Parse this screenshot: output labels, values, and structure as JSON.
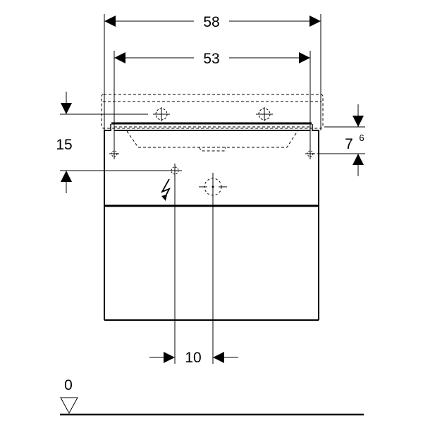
{
  "drawing": {
    "dim_overall_width": "58",
    "dim_inner_width": "53",
    "dim_height_left": "15",
    "dim_height_right_base": "7",
    "dim_height_right_sup": "6",
    "dim_offset": "10",
    "floor_level": "0",
    "line_color": "#000000",
    "icons": [
      "electrical-connection-icon",
      "floor-level-triangle-icon",
      "crosshair-icon"
    ]
  }
}
